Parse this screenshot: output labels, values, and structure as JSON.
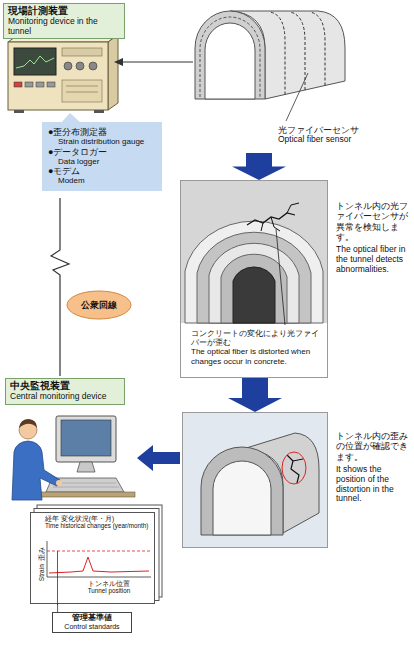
{
  "diagram": {
    "nodes": [
      {
        "text": [
          "現場計測装置",
          "Monitoring device in the tunnel"
        ]
      },
      {
        "text": [
          "光ファイバーセンサ",
          "Optical fiber sensor"
        ]
      },
      {
        "text": [
          "●歪分布測定器",
          "Strain distribution gauge",
          "●データロガー",
          "Data logger",
          "●モデム",
          "Modem"
        ]
      },
      {
        "text": [
          "トンネル内の光ファイバーセンサが異常を検知します。",
          "The optical fiber in the tunnel detects abnormalities.",
          "コンクリートの変化により光ファイバーが歪む",
          "The optical fiber is distorted when changes occur in concrete."
        ]
      },
      {
        "text": [
          "公衆回線"
        ]
      },
      {
        "text": [
          "中央監視装置",
          "Central monitoring device"
        ]
      },
      {
        "text": [
          "トンネル内の歪みの位置が確認できます。",
          "It shows the position of the distortion in the tunnel."
        ]
      },
      {
        "text": [
          "経年 変化状況(年・月)",
          "Time historical changes (year/month)",
          "Strain",
          "歪み",
          "トンネル位置",
          "Tunnel position"
        ]
      },
      {
        "text": [
          "管理基準値",
          "Control standards"
        ]
      }
    ],
    "edges": [
      {
        "from": 1,
        "to": 3,
        "arrow": "to"
      },
      {
        "from": 3,
        "to": 6,
        "arrow": "to"
      },
      {
        "from": 8,
        "to": 7,
        "arrow": "none"
      }
    ]
  }
}
